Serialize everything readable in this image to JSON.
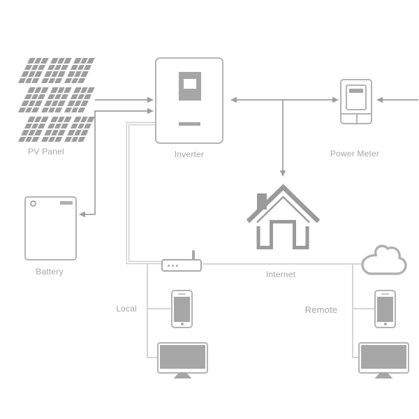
{
  "nodes": {
    "pv_panel": {
      "label": "PV Panel",
      "icon": "solar-panel-icon"
    },
    "inverter": {
      "label": "Inverter",
      "icon": "inverter-icon"
    },
    "power_meter": {
      "label": "Power Meter",
      "icon": "power-meter-icon"
    },
    "battery": {
      "label": "Battery",
      "icon": "battery-icon"
    },
    "house": {
      "label": "Internet",
      "icon": "house-icon"
    },
    "router": {
      "icon": "router-icon"
    },
    "cloud": {
      "icon": "cloud-icon"
    },
    "local_phone": {
      "icon": "smartphone-icon"
    },
    "local_monitor": {
      "icon": "monitor-icon"
    },
    "remote_phone": {
      "icon": "smartphone-icon"
    },
    "remote_monitor": {
      "icon": "monitor-icon"
    }
  },
  "group_labels": {
    "local": "Local",
    "remote": "Remote"
  },
  "edges": [
    {
      "from": "pv_panel",
      "to": "inverter",
      "type": "power-arrow"
    },
    {
      "from": "battery",
      "to": "inverter",
      "type": "power-arrow-bidirectional"
    },
    {
      "from": "inverter",
      "to": "power_meter",
      "type": "power-arrow-bidirectional"
    },
    {
      "from": "grid-right-edge",
      "to": "power_meter",
      "type": "power-arrow"
    },
    {
      "from": "inverter-meter-line",
      "to": "house",
      "type": "power-arrow"
    },
    {
      "from": "inverter",
      "to": "router",
      "type": "comm-double-line"
    },
    {
      "from": "router",
      "to": "cloud",
      "type": "internet-line"
    },
    {
      "from": "router",
      "to": "local_phone",
      "type": "comm-line"
    },
    {
      "from": "router",
      "to": "local_monitor",
      "type": "comm-line"
    },
    {
      "from": "cloud",
      "to": "remote_phone",
      "type": "comm-line"
    },
    {
      "from": "cloud",
      "to": "remote_monitor",
      "type": "comm-line"
    }
  ],
  "colors": {
    "arrow_line": "#9e9e9e",
    "comm_line": "#c9c9c9",
    "outline": "#b3b3b3",
    "fill_gray": "#a6a6a6",
    "house_gray": "#9a9a9a",
    "text": "#a5a5a5",
    "background": "#ffffff"
  }
}
